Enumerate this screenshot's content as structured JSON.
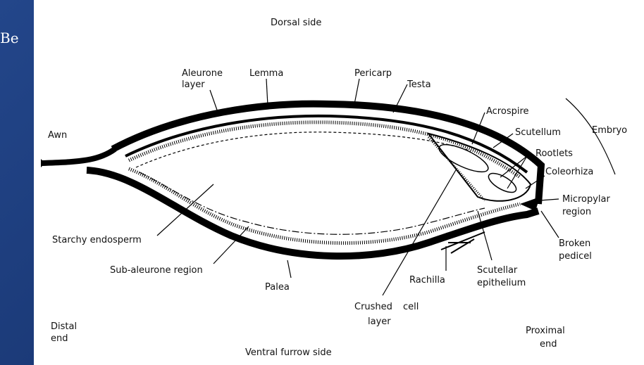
{
  "slide": {
    "title_fragment": "Be"
  },
  "diagram": {
    "dorsal": "Dorsal side",
    "ventral": "Ventral furrow side",
    "awn": "Awn",
    "aleurone": [
      "Aleurone",
      "layer"
    ],
    "lemma": "Lemma",
    "pericarp": "Pericarp",
    "testa": "Testa",
    "acrospire": "Acrospire",
    "scutellum": "Scutellum",
    "embryo": "Embryo",
    "rootlets": "Rootlets",
    "coleorhiza": "Coleorhiza",
    "micropylar": [
      "Micropylar",
      "region"
    ],
    "broken": [
      "Broken",
      "pedicel"
    ],
    "starchy": "Starchy endosperm",
    "subaleurone": "Sub-aleurone region",
    "palea": "Palea",
    "rachilla": "Rachilla",
    "scutellar": [
      "Scutellar",
      "epithelium"
    ],
    "crushed": [
      "Crushed",
      "cell",
      "layer"
    ],
    "distal": [
      "Distal",
      "end"
    ],
    "proximal": [
      "Proximal",
      "end"
    ]
  }
}
